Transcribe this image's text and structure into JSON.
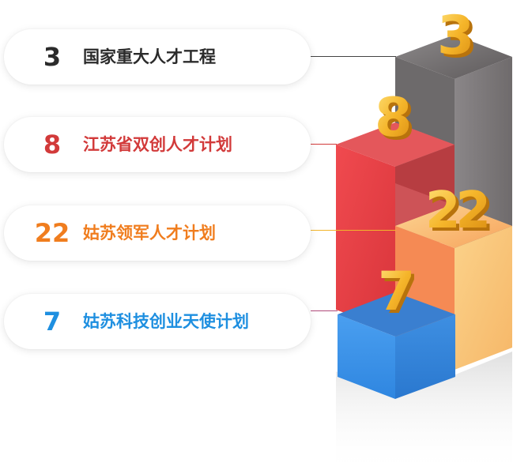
{
  "programs": [
    {
      "count": "3",
      "name": "国家重大人才工程",
      "color": "#2b2b2b"
    },
    {
      "count": "8",
      "name": "江苏省双创人才计划",
      "color": "#d23a3a"
    },
    {
      "count": "22",
      "name": "姑苏领军人才计划",
      "color": "#f07d1e"
    },
    {
      "count": "7",
      "name": "姑苏科技创业天使计划",
      "color": "#1e8fe0"
    }
  ],
  "block_colors": {
    "gray": "#6e6a6b",
    "red": "#e8474c",
    "orange": "#f7a35c",
    "blue": "#3d8fdc",
    "gold": "#f2b52b"
  }
}
